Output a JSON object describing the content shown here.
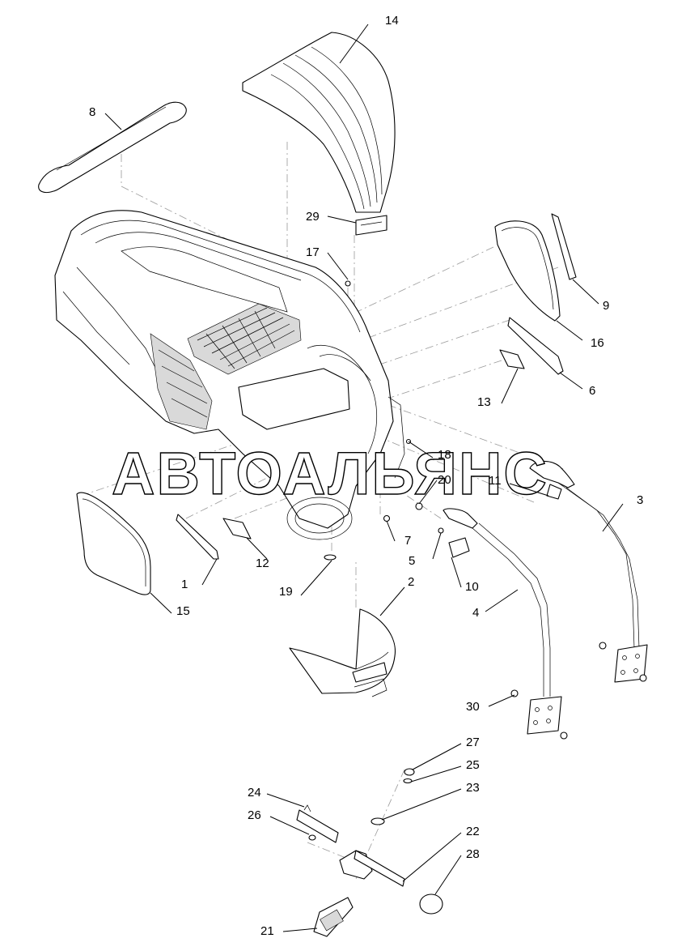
{
  "watermark": "АВТОАЛЬЯНС",
  "callouts": {
    "c1": "1",
    "c2": "2",
    "c3": "3",
    "c4": "4",
    "c5": "5",
    "c6": "6",
    "c7": "7",
    "c8": "8",
    "c9": "9",
    "c10": "10",
    "c11": "11",
    "c12": "12",
    "c13": "13",
    "c14": "14",
    "c15": "15",
    "c16": "16",
    "c17": "17",
    "c18": "18",
    "c19": "19",
    "c20": "20",
    "c21": "21",
    "c22": "22",
    "c23": "23",
    "c24": "24",
    "c25": "25",
    "c26": "26",
    "c27": "27",
    "c28": "28",
    "c29": "29",
    "c30": "30"
  }
}
